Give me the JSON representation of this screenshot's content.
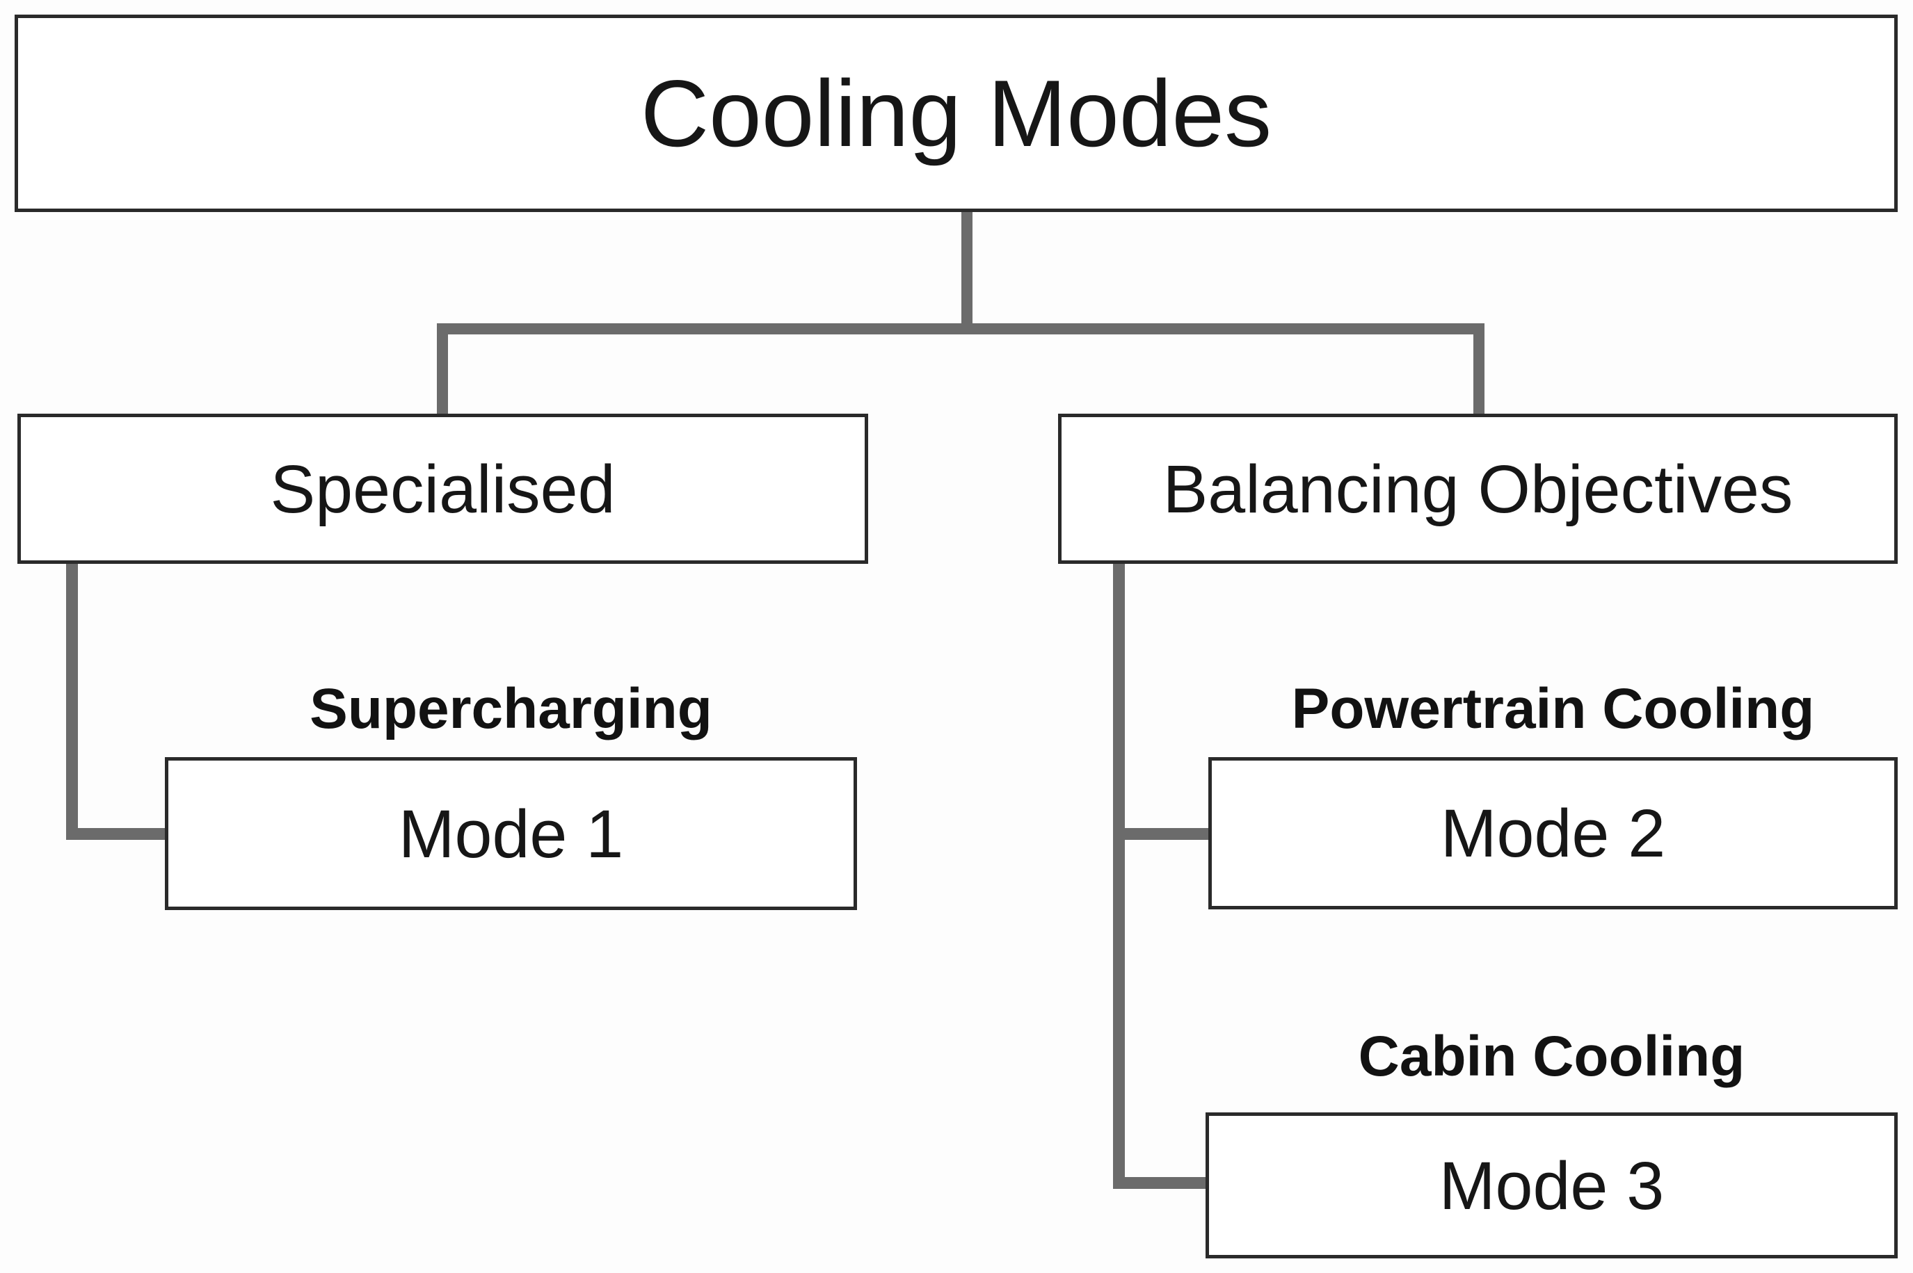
{
  "diagram": {
    "title": "Cooling Modes",
    "branches": [
      {
        "label": "Specialised",
        "children": [
          {
            "caption": "Supercharging",
            "label": "Mode 1"
          }
        ]
      },
      {
        "label": "Balancing Objectives",
        "children": [
          {
            "caption": "Powertrain Cooling",
            "label": "Mode 2"
          },
          {
            "caption": "Cabin Cooling",
            "label": "Mode 3"
          }
        ]
      }
    ],
    "colors": {
      "connector": "#6b6b6b",
      "border": "#2a2a2a",
      "text": "#161616",
      "background": "#fdfdfd"
    }
  }
}
